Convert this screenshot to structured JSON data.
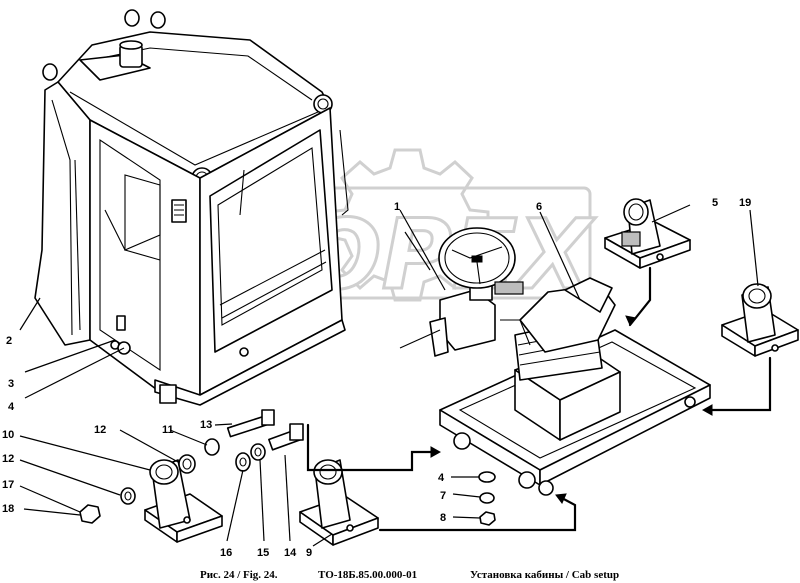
{
  "watermark": {
    "text": "OPEX"
  },
  "callouts": [
    {
      "id": "c1",
      "label": "1"
    },
    {
      "id": "c2",
      "label": "2"
    },
    {
      "id": "c3",
      "label": "3"
    },
    {
      "id": "c4a",
      "label": "4"
    },
    {
      "id": "c4b",
      "label": "4"
    },
    {
      "id": "c5",
      "label": "5"
    },
    {
      "id": "c6",
      "label": "6"
    },
    {
      "id": "c7",
      "label": "7"
    },
    {
      "id": "c8",
      "label": "8"
    },
    {
      "id": "c9",
      "label": "9"
    },
    {
      "id": "c10",
      "label": "10"
    },
    {
      "id": "c11",
      "label": "11"
    },
    {
      "id": "c12a",
      "label": "12"
    },
    {
      "id": "c12b",
      "label": "12"
    },
    {
      "id": "c13",
      "label": "13"
    },
    {
      "id": "c14",
      "label": "14"
    },
    {
      "id": "c15",
      "label": "15"
    },
    {
      "id": "c16",
      "label": "16"
    },
    {
      "id": "c17",
      "label": "17"
    },
    {
      "id": "c18",
      "label": "18"
    },
    {
      "id": "c19",
      "label": "19"
    }
  ],
  "caption": {
    "figure": "Рис. 24 / Fig. 24.",
    "code": "ТО-18Б.85.00.000-01",
    "title": "Установка кабины / Cab setup"
  }
}
